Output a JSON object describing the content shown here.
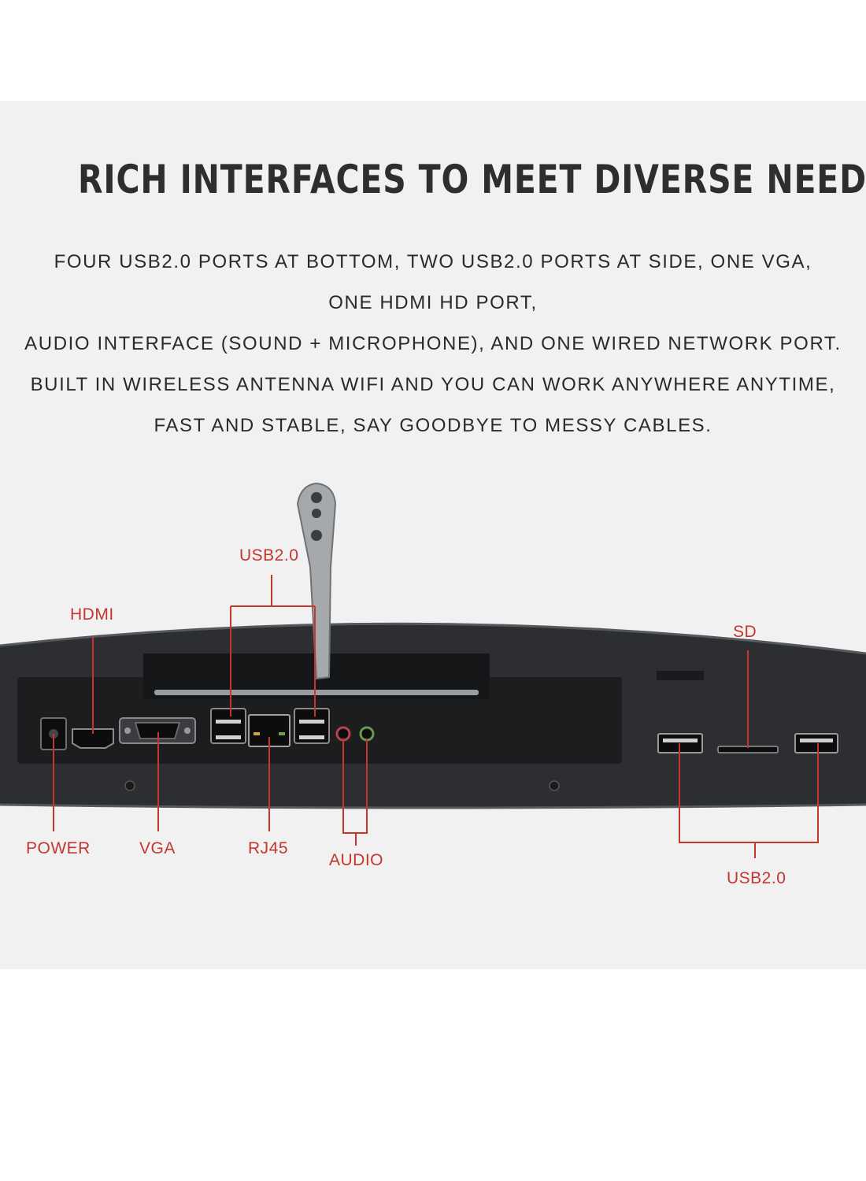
{
  "headline": "RICH INTERFACES TO MEET DIVERSE NEEDS",
  "body_lines": [
    "FOUR USB2.0 PORTS AT BOTTOM, TWO USB2.0 PORTS AT SIDE, ONE VGA,",
    "ONE HDMI HD PORT,",
    "AUDIO INTERFACE (SOUND + MICROPHONE),  AND ONE WIRED NETWORK PORT.",
    "BUILT IN WIRELESS ANTENNA WIFI AND YOU CAN WORK ANYWHERE ANYTIME,",
    "FAST AND STABLE, SAY GOODBYE TO MESSY CABLES."
  ],
  "labels": {
    "usb_top": "USB2.0",
    "hdmi": "HDMI",
    "sd": "SD",
    "power": "POWER",
    "vga": "VGA",
    "rj45": "RJ45",
    "audio": "AUDIO",
    "usb_side": "USB2.0"
  },
  "colors": {
    "accent": "#c4372f",
    "panel_bg": "#f1f1f1",
    "device_body": "#2c2e31",
    "text": "#2e2e2e"
  }
}
